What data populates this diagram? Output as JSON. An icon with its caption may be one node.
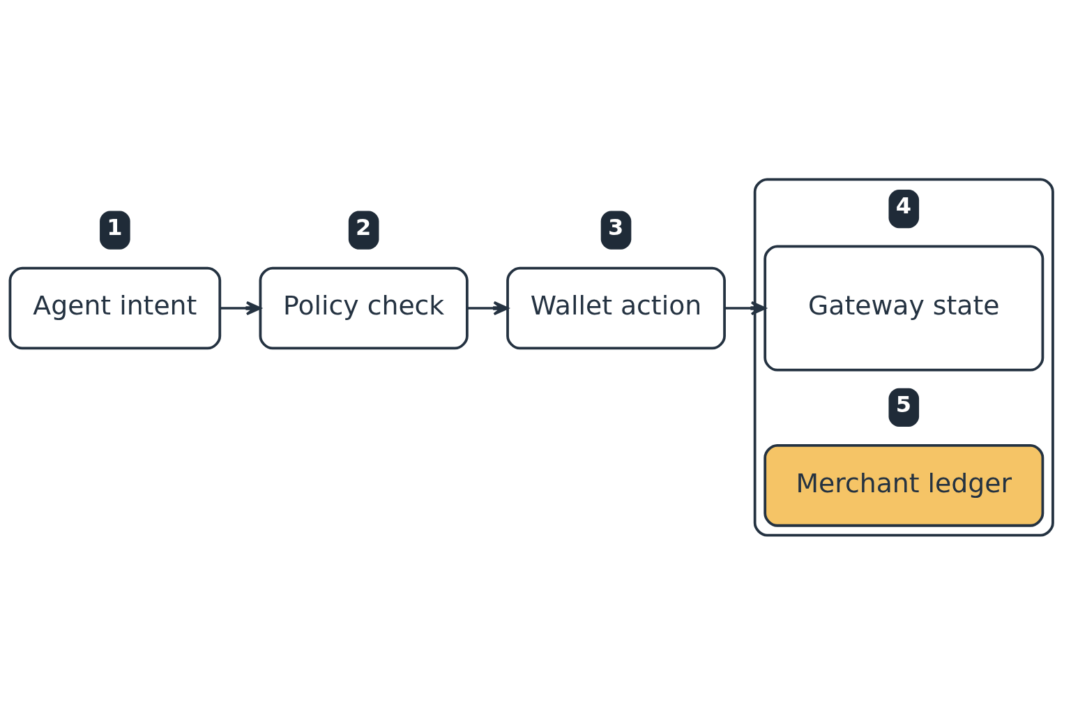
{
  "diagram": {
    "nodes": [
      {
        "text": [
          "Agent intent"
        ]
      },
      {
        "text": [
          "Policy check"
        ]
      },
      {
        "text": [
          "Wallet action"
        ]
      },
      {
        "text": [],
        "shape": "box"
      },
      {
        "text": [
          "Gateway state"
        ],
        "in": 3
      },
      {
        "text": [
          "Merchant ledger"
        ],
        "in": 3
      }
    ],
    "edges": [
      {
        "from": 0,
        "to": 1,
        "arrow": "to"
      },
      {
        "from": 1,
        "to": 2,
        "arrow": "to"
      },
      {
        "from": 2,
        "to": 4,
        "arrow": "to"
      }
    ],
    "labels": [
      "1",
      "2",
      "3",
      "4",
      "5"
    ]
  }
}
